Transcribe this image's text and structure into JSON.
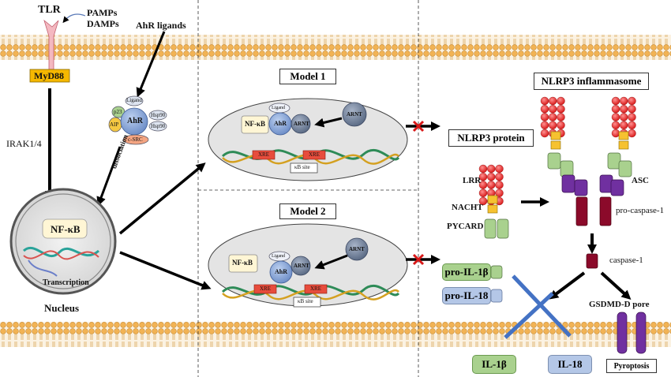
{
  "receptor": {
    "tlr": "TLR",
    "pamps": "PAMPs",
    "damps": "DAMPs",
    "myd88": "MyD88",
    "irak": "IRAK1/4"
  },
  "ahr_ligands": "AhR ligands",
  "ahr_complex": {
    "ligand": "Ligand",
    "ahr": "AhR",
    "p23": "p23",
    "aip": "AIP",
    "hsp90a": "Hsp90",
    "hsp90b": "Hsp90",
    "csrc": "c-SRC",
    "dissociation": "dissociation"
  },
  "nucleus": {
    "nfkb": "NF-κB",
    "transcription": "Transcription",
    "label": "Nucleus"
  },
  "model1": {
    "title": "Model 1",
    "nfkb": "NF-κB",
    "ligand": "Ligand",
    "ahr": "AhR",
    "arnt_bound": "ARNT",
    "arnt_free": "ARNT",
    "xre1": "XRE",
    "xre2": "XRE",
    "kb_site": "κB site"
  },
  "model2": {
    "title": "Model 2",
    "nfkb": "NF-κB",
    "ligand": "Ligand",
    "ahr": "AhR",
    "arnt_bound": "ARNT",
    "arnt_free": "ARNT",
    "xre1": "XRE",
    "xre2": "XRE",
    "kb_site": "κB site"
  },
  "nlrp3_protein": {
    "title": "NLRP3 protein",
    "lrr": "LRR",
    "nacht": "NACHT",
    "pycard": "PYCARD"
  },
  "inflammasome": {
    "title": "NLRP3 inflammasome",
    "asc": "ASC",
    "pro_caspase": "pro-caspase-1",
    "caspase": "caspase-1",
    "gsdmd": "GSDMD-D pore",
    "pyroptosis": "Pyroptosis"
  },
  "cytokines": {
    "pro_il1b": "pro-IL-1β",
    "pro_il18": "pro-IL-18",
    "il1b": "IL-1β",
    "il18": "IL-18"
  },
  "colors": {
    "membrane": "#f2b354",
    "myd88": "#f5b800",
    "lrr": "#e8202a",
    "nacht": "#f6c230",
    "pycard": "#a9d18e",
    "asc": "#7030a0",
    "caspase": "#8b0a2a",
    "cytokine": "#a9d18e",
    "cytokine_mature": "#b4c7e7",
    "blue_line": "#4472c4"
  }
}
